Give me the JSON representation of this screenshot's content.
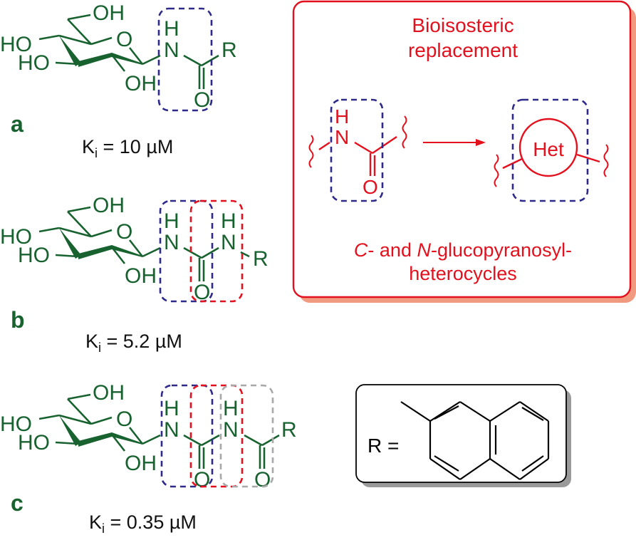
{
  "colors": {
    "molecule": "#17622f",
    "highlight_navy": "#2e2a8a",
    "highlight_red": "#e3101e",
    "highlight_gray": "#a8a8a8",
    "box_red": "#e3101e",
    "box_shadow_red": "#f19a80",
    "r_box_shadow": "#9a9a9a",
    "text": "#111111"
  },
  "atoms": {
    "OH": "OH",
    "HO": "HO",
    "O": "O",
    "N": "N",
    "H": "H",
    "R": "R"
  },
  "compounds": [
    {
      "label": "a",
      "ki_symbol": "K",
      "ki_subscript": "i",
      "ki_value": "= 10 µM",
      "linker": "amide"
    },
    {
      "label": "b",
      "ki_symbol": "K",
      "ki_subscript": "i",
      "ki_value": "= 5.2 µM",
      "linker": "urea"
    },
    {
      "label": "c",
      "ki_symbol": "K",
      "ki_subscript": "i",
      "ki_value": "= 0.35 µM",
      "linker": "acylurea"
    }
  ],
  "bioisostere_box": {
    "title_line1": "Bioisosteric",
    "title_line2": "replacement",
    "het_label": "Het",
    "footer_italic_c": "C",
    "footer_and": "- and ",
    "footer_italic_n": "N",
    "footer_rest": "-glucopyranosyl-",
    "footer_line2": "heterocycles"
  },
  "r_definition": {
    "label": "R =",
    "substituent": "2-naphthyl"
  }
}
